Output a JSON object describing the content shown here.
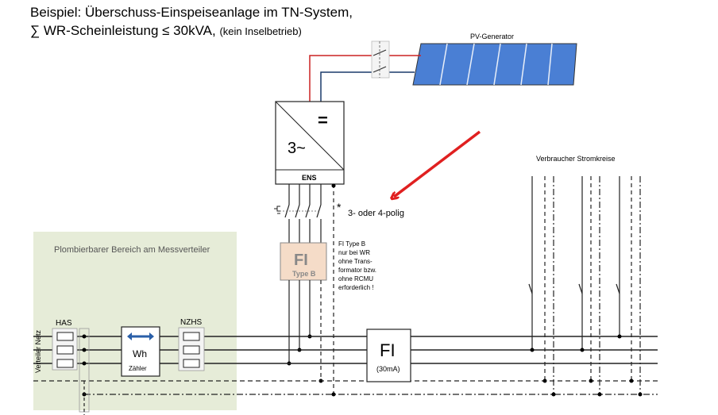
{
  "title": {
    "line1": "Beispiel: Überschuss-Einspeiseanlage im TN-System,",
    "line2": "∑ WR-Scheinleistung ≤ 30kVA,",
    "line2_note": "(kein Inselbetrieb)"
  },
  "pv_generator": {
    "label": "PV-Generator",
    "color": "#4a7fd4"
  },
  "inverter": {
    "dc_symbol": "=",
    "ac_symbol": "3~",
    "ens_label": "ENS"
  },
  "switch_note": {
    "marker": "*",
    "text": "3- oder 4-polig"
  },
  "fi_type_b": {
    "label": "FI",
    "sublabel": "Type B",
    "fill": "#f5dcc8",
    "note_lines": [
      "FI Type B",
      "nur bei WR",
      "ohne Trans-",
      "formator bzw.",
      "ohne RCMU",
      "erforderlich !"
    ]
  },
  "metering_area": {
    "label": "Plombierbarer Bereich am Messverteiler",
    "fill": "#e6ecd8",
    "has_label": "HAS",
    "meter_symbol": "Wh",
    "meter_label": "Zähler",
    "nzhs_label": "NZHS",
    "grid_label": "Verteiler Netz"
  },
  "main_fi": {
    "label": "FI",
    "sublabel": "(30mA)"
  },
  "consumers": {
    "label": "Verbraucher Stromkreise"
  },
  "arrow": {
    "color": "#e02020"
  },
  "wire_colors": {
    "dc_plus": "#cc2222",
    "dc_minus": "#1a3a6a"
  }
}
